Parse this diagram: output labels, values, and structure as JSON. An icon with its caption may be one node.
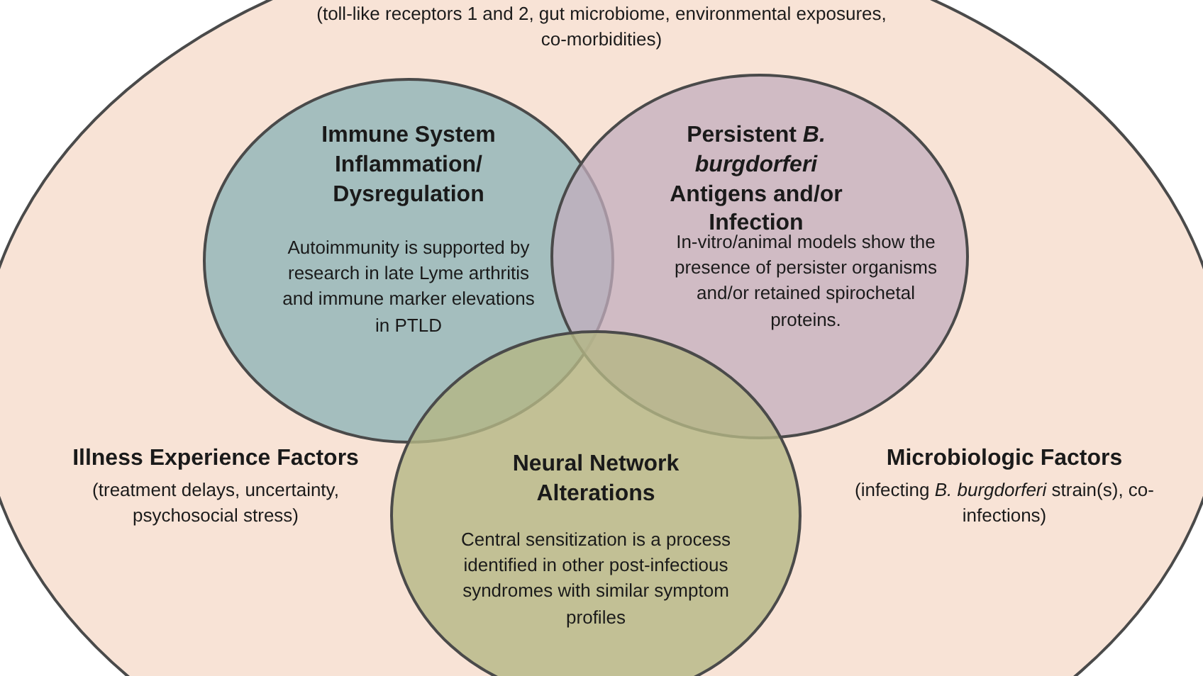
{
  "diagram": {
    "nodes": [
      {
        "text": [
          "(toll-like receptors 1 and 2, gut microbiome, environmental exposures, co-morbidities)",
          "Illness Experience Factors",
          "(treatment delays, uncertainty, psychosocial stress)",
          "Microbiologic Factors",
          "(infecting *B. burgdorferi* strain(s), co-infections)"
        ]
      },
      {
        "text": [
          "Immune System Inflammation/ Dysregulation",
          "Autoimmunity is supported by research in late Lyme arthritis and immune marker elevations in PTLD"
        ],
        "in": 0
      },
      {
        "text": [
          "Persistent *B. burgdorferi* Antigens and/or Infection",
          "In-vitro/animal models show the presence of persister organisms and/or retained spirochetal proteins."
        ],
        "in": 0
      },
      {
        "text": [
          "Neural Network Alterations",
          "Central sensitization is a process identified in other post-infectious syndromes with similar symptom profiles"
        ],
        "in": 0
      }
    ]
  }
}
